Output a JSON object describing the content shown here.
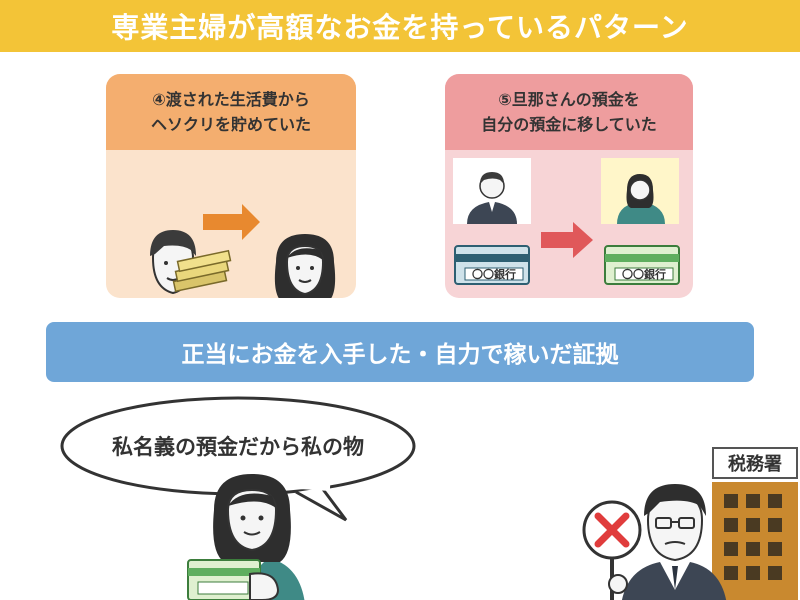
{
  "header": {
    "title": "専業主婦が高額なお金を持っているパターン"
  },
  "panel_left": {
    "title": "④渡された生活費から\nヘソクリを貯めていた"
  },
  "panel_right": {
    "title": "⑤旦那さんの預金を\n自分の預金に移していた",
    "bank_card_label_1": "〇〇銀行",
    "bank_card_label_2": "〇〇銀行"
  },
  "evidence_bar": {
    "text": "正当にお金を入手した・自力で稼いだ証拠"
  },
  "speech_bubble": {
    "text": "私名義の預金だから私の物"
  },
  "tax_office": {
    "sign": "税務署"
  },
  "colors": {
    "banner": "#f3c437",
    "panel_left_head": "#f4ae6f",
    "panel_left_body": "#fbe3cc",
    "panel_right_head": "#ee9d9e",
    "panel_right_body": "#f7d4d6",
    "evidence_bar": "#6fa6d8",
    "arrow_orange": "#e8892f",
    "arrow_red": "#e0585a"
  },
  "icons": {
    "husband": "man-with-suit-icon",
    "wife": "woman-icon",
    "cash": "cash-stack-icon",
    "card": "bank-card-icon",
    "reject": "red-cross-sign-icon",
    "office": "office-building-icon"
  }
}
